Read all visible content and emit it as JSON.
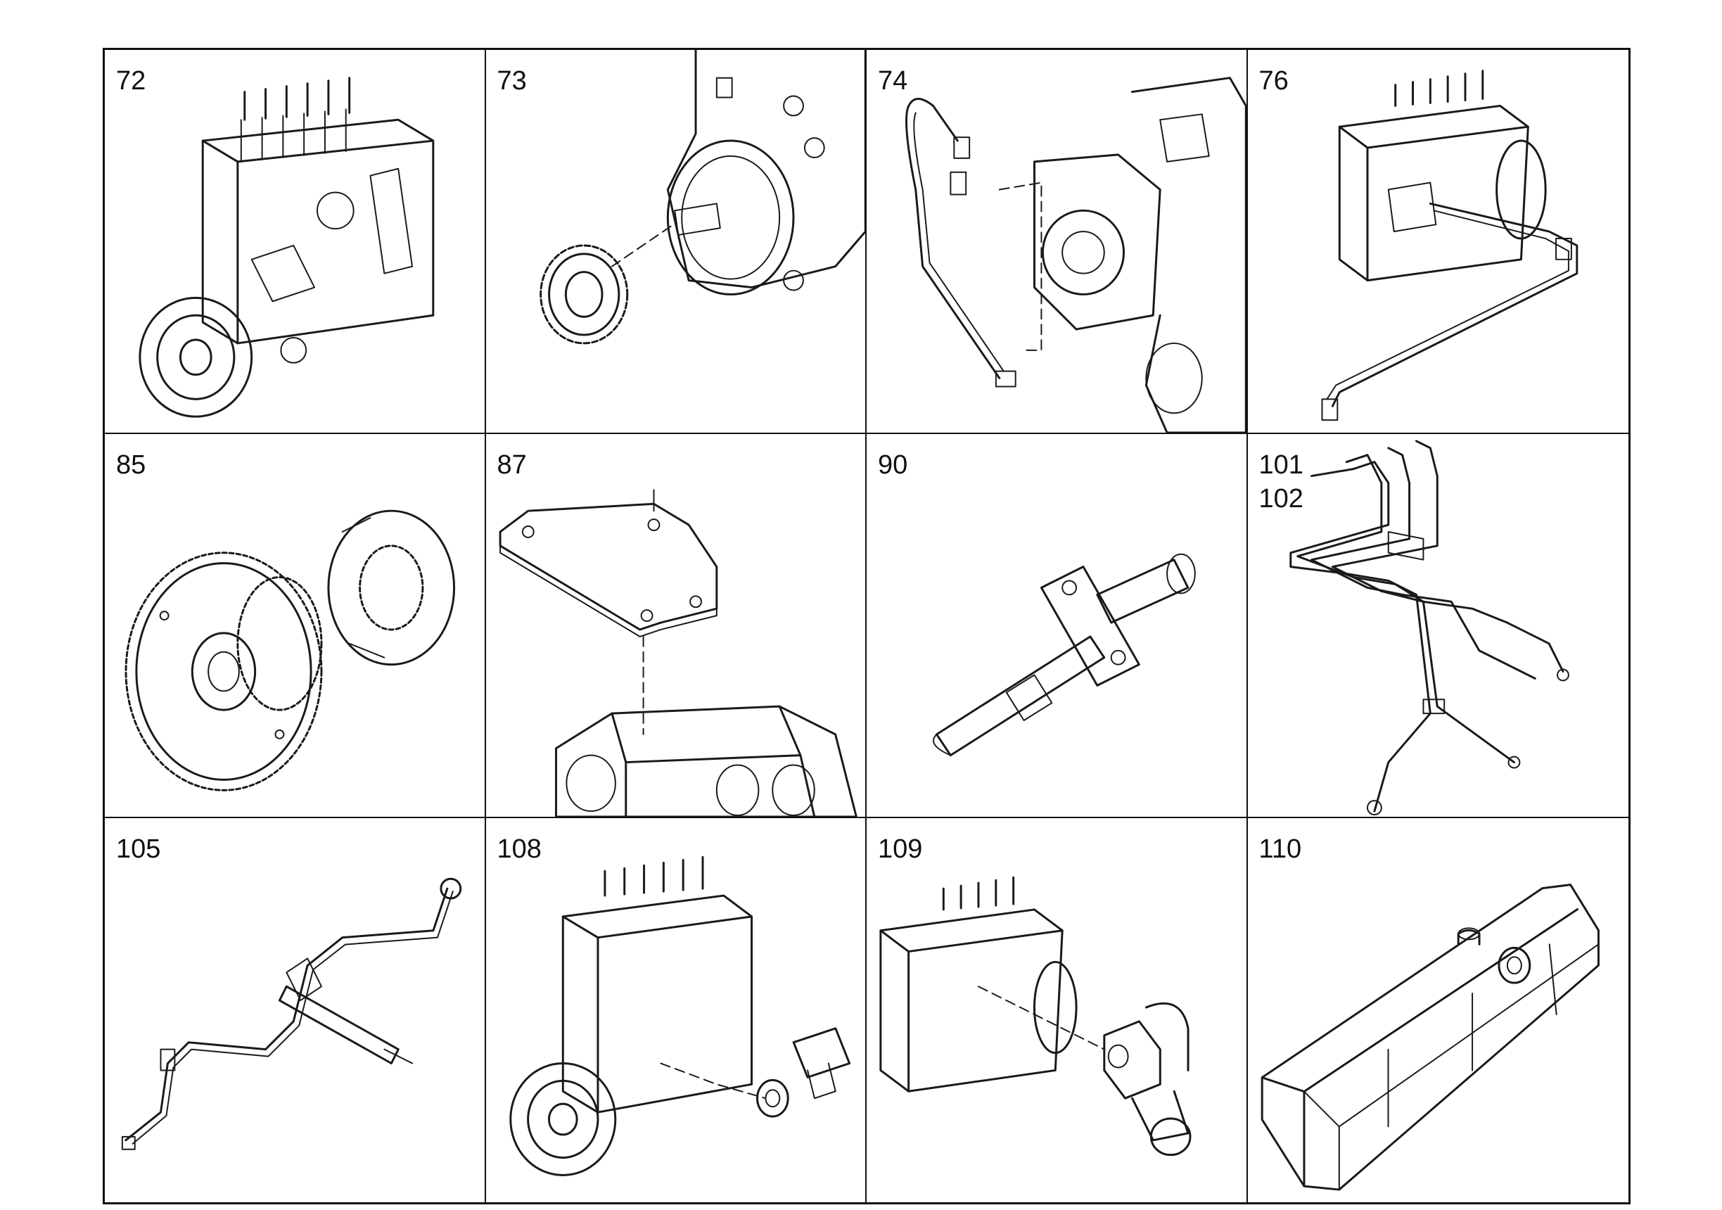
{
  "cells": [
    {
      "labels": [
        "72"
      ],
      "icon": "injection-pump-icon"
    },
    {
      "labels": [
        "73"
      ],
      "icon": "drive-gear-icon"
    },
    {
      "labels": [
        "74"
      ],
      "icon": "fuel-line-icon"
    },
    {
      "labels": [
        "76"
      ],
      "icon": "pump-with-pipe-icon"
    },
    {
      "labels": [
        "85"
      ],
      "icon": "timing-gear-icon"
    },
    {
      "labels": [
        "87"
      ],
      "icon": "cover-plate-icon"
    },
    {
      "labels": [
        "90"
      ],
      "icon": "injector-icon"
    },
    {
      "labels": [
        "101",
        "102"
      ],
      "icon": "injection-pipes-icon"
    },
    {
      "labels": [
        "105"
      ],
      "icon": "leak-off-pipe-icon"
    },
    {
      "labels": [
        "108"
      ],
      "icon": "pump-with-plug-icon"
    },
    {
      "labels": [
        "109"
      ],
      "icon": "pump-with-valve-icon"
    },
    {
      "labels": [
        "110"
      ],
      "icon": "rocker-cover-icon"
    }
  ]
}
